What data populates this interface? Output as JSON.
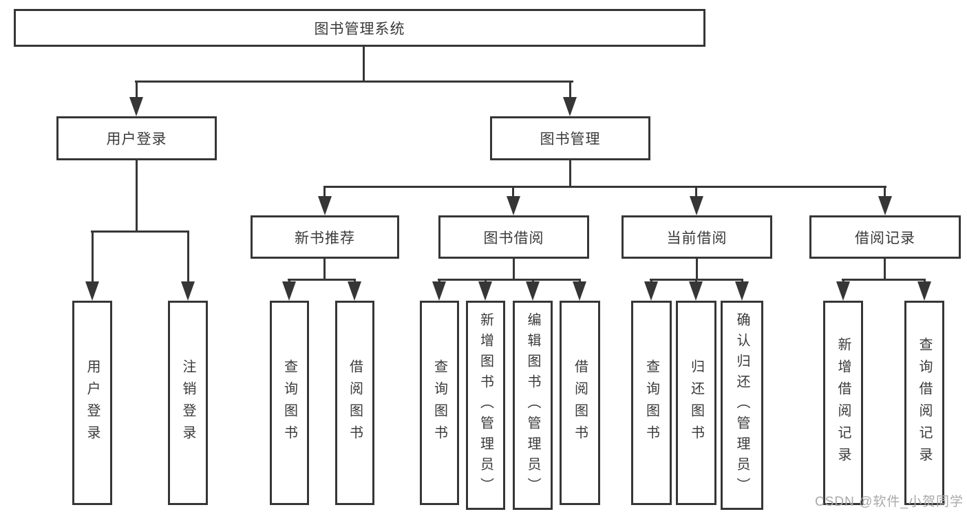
{
  "diagram": {
    "type": "hierarchy-tree",
    "tree": {
      "label": "图书管理系统",
      "children": [
        {
          "label": "用户登录",
          "children": [
            {
              "label": "用户登录"
            },
            {
              "label": "注销登录"
            }
          ]
        },
        {
          "label": "图书管理",
          "children": [
            {
              "label": "新书推荐",
              "children": [
                {
                  "label": "查询图书"
                },
                {
                  "label": "借阅图书"
                }
              ]
            },
            {
              "label": "图书借阅",
              "children": [
                {
                  "label": "查询图书"
                },
                {
                  "label": "新增图书（管理员）"
                },
                {
                  "label": "编辑图书（管理员）"
                },
                {
                  "label": "借阅图书"
                }
              ]
            },
            {
              "label": "当前借阅",
              "children": [
                {
                  "label": "查询图书"
                },
                {
                  "label": "归还图书"
                },
                {
                  "label": "确认归还（管理员）"
                }
              ]
            },
            {
              "label": "借阅记录",
              "children": [
                {
                  "label": "新增借阅记录"
                },
                {
                  "label": "查询借阅记录"
                }
              ]
            }
          ]
        }
      ]
    }
  },
  "watermark": {
    "text": "CSDN @软件_小贺同学"
  },
  "colors": {
    "line": "#363636",
    "text": "#3a3a3a",
    "background": "#ffffff",
    "watermark": "#a9a9a9"
  }
}
